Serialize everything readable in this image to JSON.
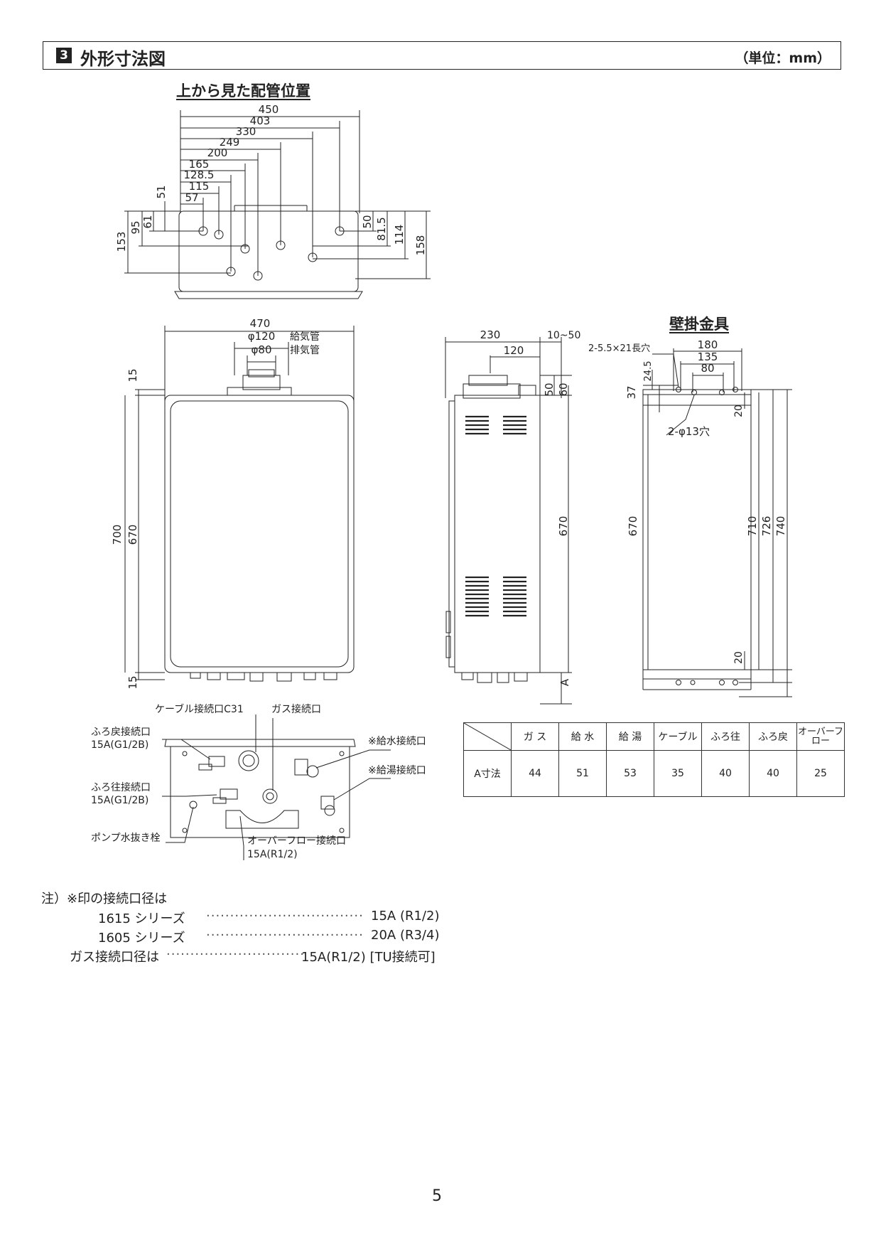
{
  "header": {
    "section_number": "3",
    "title": "外形寸法図",
    "unit": "（単位：mm）"
  },
  "top_view": {
    "title": "上から見た配管位置",
    "horizontal_dims": [
      "450",
      "403",
      "330",
      "249",
      "200",
      "165",
      "128.5",
      "115",
      "57"
    ],
    "vertical_dims_left": [
      "51",
      "61",
      "95",
      "153"
    ],
    "vertical_dims_right": [
      "50",
      "81.5",
      "114",
      "158"
    ]
  },
  "front_view": {
    "width": "470",
    "flue_supply_dim": "φ120",
    "flue_supply_label": "給気管",
    "flue_exhaust_dim": "φ80",
    "flue_exhaust_label": "排気管",
    "dims": [
      "15",
      "700",
      "670",
      "15"
    ]
  },
  "side_view": {
    "depth": "230",
    "gap": "10~50",
    "flue_offset": "120",
    "dims": [
      "50",
      "60",
      "670",
      "A"
    ]
  },
  "wall_bracket": {
    "title": "壁掛金具",
    "slot_label": "2-5.5×21長穴",
    "hole_label": "2-φ13穴",
    "dims": [
      "180",
      "135",
      "80",
      "24.5",
      "37",
      "20",
      "670",
      "710",
      "726",
      "740",
      "20"
    ]
  },
  "bottom_view": {
    "labels": {
      "cable": "ケーブル接続口C31",
      "gas": "ガス接続口",
      "bath_return": "ふろ戻接続口",
      "bath_return_size": "15A(G1/2B)",
      "water_supply": "※給水接続口",
      "hot_water": "※給湯接続口",
      "bath_out": "ふろ往接続口",
      "bath_out_size": "15A(G1/2B)",
      "pump_drain": "ポンプ水抜き栓",
      "overflow": "オーバーフロー接続口",
      "overflow_size": "15A(R1/2)"
    }
  },
  "a_table": {
    "headers": [
      "ガ ス",
      "給 水",
      "給 湯",
      "ケーブル",
      "ふろ往",
      "ふろ戻",
      "オーバーフロー"
    ],
    "row_label": "A寸法",
    "values": [
      "44",
      "51",
      "53",
      "35",
      "40",
      "40",
      "25"
    ]
  },
  "notes": {
    "line1": "注）※印の接続口径は",
    "line2_series": "1615 シリーズ",
    "line2_value": "15A (R1/2)",
    "line3_series": "1605 シリーズ",
    "line3_value": "20A (R3/4)",
    "line4_label": "ガス接続口径は",
    "line4_value": "15A(R1/2) [TU接続可]"
  },
  "page_number": "5"
}
